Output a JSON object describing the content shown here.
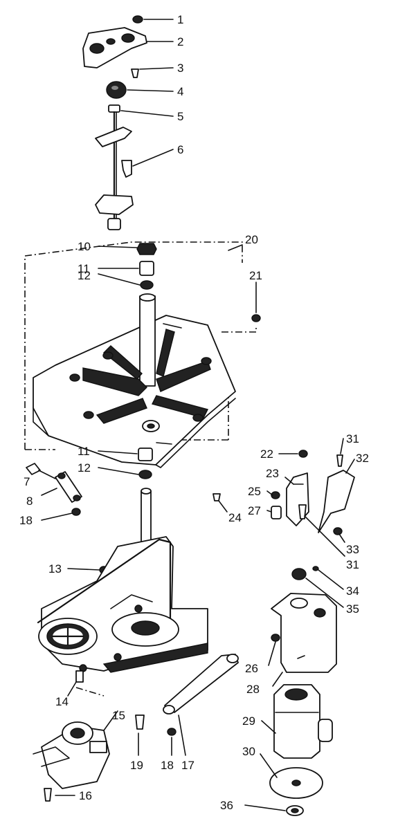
{
  "callouts": {
    "c1": "1",
    "c2": "2",
    "c3": "3",
    "c4": "4",
    "c5": "5",
    "c6": "6",
    "c7": "7",
    "c8": "8",
    "c10": "10",
    "c11a": "11",
    "c11b": "11",
    "c12a": "12",
    "c12b": "12",
    "c13": "13",
    "c14": "14",
    "c15": "15",
    "c16": "16",
    "c17": "17",
    "c18a": "18",
    "c18b": "18",
    "c19": "19",
    "c20": "20",
    "c21": "21",
    "c22": "22",
    "c23": "23",
    "c24": "24",
    "c25": "25",
    "c26": "26",
    "c27": "27",
    "c28": "28",
    "c29": "29",
    "c30": "30",
    "c31a": "31",
    "c31b": "31",
    "c32": "32",
    "c33": "33",
    "c34": "34",
    "c35": "35",
    "c36": "36"
  }
}
